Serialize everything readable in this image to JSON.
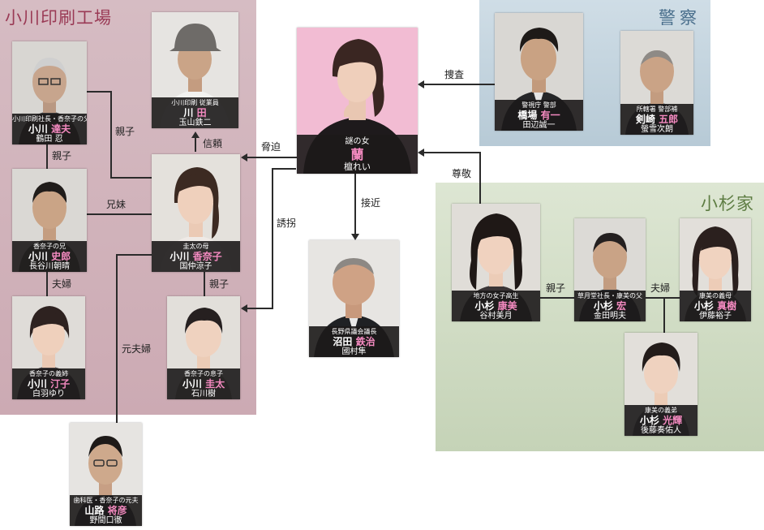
{
  "groups": {
    "ogawa": "小川印刷工場",
    "police": "警察",
    "kosugi": "小杉家"
  },
  "people": {
    "tatsuo": {
      "role": "小川印刷社長・香奈子の父",
      "family": "小川",
      "given": "達夫",
      "actor": "鶴田 忍"
    },
    "kawata": {
      "role": "小川印刷 従業員",
      "family": "川",
      "given": "田",
      "actor": "玉山鉄二"
    },
    "ran": {
      "role": "謎の女",
      "family": "",
      "given": "蘭",
      "actor": "檀れい"
    },
    "hashiba": {
      "role": "警視庁 警部",
      "family": "橋場",
      "given": "有一",
      "actor": "田辺誠一"
    },
    "kenzaki": {
      "role": "所轄署 警部補",
      "family": "剣崎",
      "given": "五郎",
      "actor": "螢雪次朗"
    },
    "shiro": {
      "role": "香奈子の兄",
      "family": "小川",
      "given": "史郎",
      "actor": "長谷川朝晴"
    },
    "kanako": {
      "role": "圭太の母",
      "family": "小川",
      "given": "香奈子",
      "actor": "国仲涼子"
    },
    "teiko": {
      "role": "香奈子の義姉",
      "family": "小川",
      "given": "汀子",
      "actor": "白羽ゆり"
    },
    "keita": {
      "role": "香奈子の息子",
      "family": "小川",
      "given": "圭太",
      "actor": "石川樹"
    },
    "numata": {
      "role": "長野県議会議長",
      "family": "沼田",
      "given": "鉄治",
      "actor": "國村隼"
    },
    "yasumi": {
      "role": "地方の女子高生",
      "family": "小杉",
      "given": "康美",
      "actor": "谷村美月"
    },
    "hiroshi": {
      "role": "草月堂社長・康美の父",
      "family": "小杉",
      "given": "宏",
      "actor": "金田明夫"
    },
    "maki": {
      "role": "康美の義母",
      "family": "小杉",
      "given": "真樹",
      "actor": "伊藤裕子"
    },
    "koki": {
      "role": "康美の義弟",
      "family": "小杉",
      "given": "光輝",
      "actor": "後藤奏佑人"
    },
    "yamaji": {
      "role": "歯科医・香奈子の元夫",
      "family": "山路",
      "given": "将彦",
      "actor": "野間口徹"
    }
  },
  "relations": {
    "tatsuo_kanako": "親子",
    "tatsuo_shiro": "親子",
    "shiro_kanako": "兄妹",
    "shiro_teiko": "夫婦",
    "kanako_kawata": "信頼",
    "kanako_ran": "脅迫",
    "ran_keita": "誘拐",
    "kanako_keita": "親子",
    "kanako_yamaji": "元夫婦",
    "hashiba_ran": "捜査",
    "yasumi_ran": "尊敬",
    "ran_numata": "接近",
    "yasumi_hiroshi": "親子",
    "hiroshi_maki": "夫婦"
  },
  "colors": {
    "given_name": "#f48ac0",
    "ogawa_bg": "#d6bcc3",
    "police_bg": "#cfdde6",
    "kosugi_bg": "#dde6d3"
  }
}
